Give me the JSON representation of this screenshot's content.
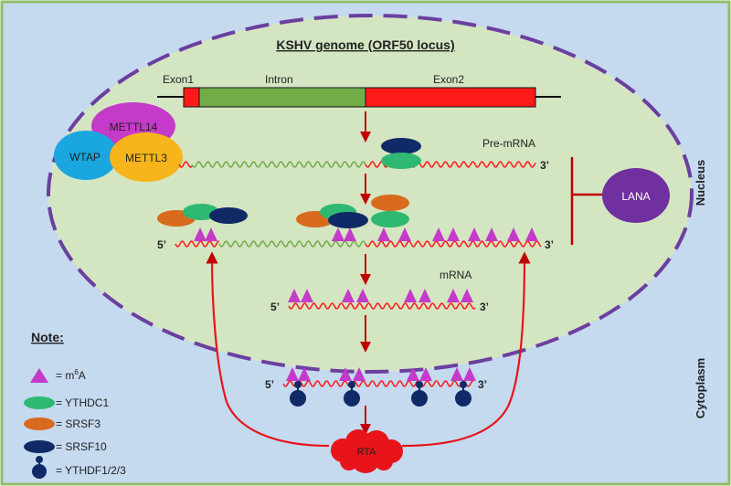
{
  "title": "KSHV genome (ORF50 locus)",
  "gene": {
    "exon1": "Exon1",
    "intron": "Intron",
    "exon2": "Exon2"
  },
  "writers": {
    "top": "METTL14",
    "left": "WTAP",
    "right": "METTL3"
  },
  "pre_mrna_label": "Pre-mRNA",
  "mrna_label": "mRNA",
  "ends": {
    "five": "5’",
    "three": "3’"
  },
  "lana": "LANA",
  "compartments": {
    "nucleus": "Nucleus",
    "cytoplasm": "Cytoplasm"
  },
  "rta": "RTA",
  "legend": {
    "heading": "Note:",
    "m6a_prefix": "= m",
    "m6a_sup": "6",
    "m6a_suffix": "A",
    "ythdc1": "= YTHDC1",
    "srsf3": "= SRSF3",
    "srsf10": "= SRSF10",
    "ythdf": "= YTHDF1/2/3"
  },
  "colors": {
    "background": "#c5d9ef",
    "nucleus": "#d4e5c2",
    "nucleus_border": "#6b3fa0",
    "exon": "#ff1a1a",
    "intron": "#70ad47",
    "m6a": "#c43ac9",
    "ythdc1": "#2eb872",
    "srsf3": "#d86a1e",
    "srsf10": "#0f2a66",
    "ythdf": "#0f2a66",
    "mettl14": "#c43ac9",
    "wtap": "#1aa7e0",
    "mettl3": "#f7b51b",
    "lana": "#7030a0",
    "arrow": "#c00000"
  }
}
